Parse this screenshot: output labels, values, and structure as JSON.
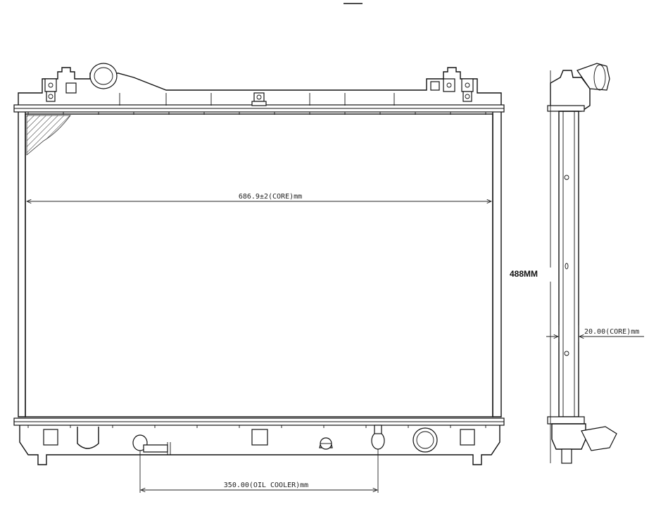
{
  "labels": {
    "core_width": "686.9±2(CORE)mm",
    "height": "488MM",
    "core_thickness": "20.00(CORE)mm",
    "oil_cooler": "350.00(OIL COOLER)mm"
  },
  "colors": {
    "line": "#111111",
    "background": "#ffffff"
  }
}
